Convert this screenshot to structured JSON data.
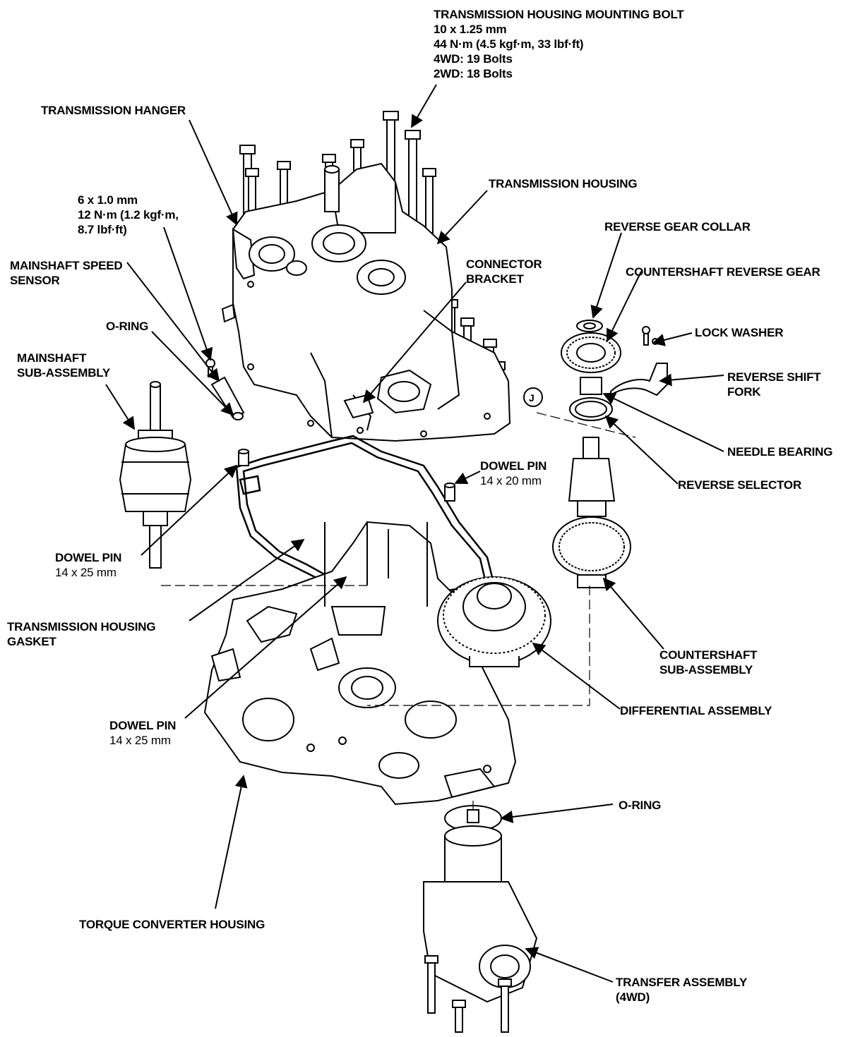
{
  "labels": {
    "mounting_bolt": {
      "title": "TRANSMISSION HOUSING MOUNTING BOLT",
      "size": "10 x 1.25 mm",
      "torque": "44 N·m (4.5 kgf·m, 33 lbf·ft)",
      "count_4wd": "4WD: 19 Bolts",
      "count_2wd": "2WD: 18 Bolts"
    },
    "transmission_hanger": "TRANSMISSION HANGER",
    "small_bolt": {
      "size": "6 x 1.0 mm",
      "torque_line1": "12 N·m (1.2 kgf·m,",
      "torque_line2": "8.7 lbf·ft)"
    },
    "transmission_housing": "TRANSMISSION HOUSING",
    "reverse_gear_collar": "REVERSE GEAR COLLAR",
    "mainshaft_speed_sensor": {
      "line1": "MAINSHAFT SPEED",
      "line2": "SENSOR"
    },
    "connector_bracket": {
      "line1": "CONNECTOR",
      "line2": "BRACKET"
    },
    "countershaft_reverse_gear": "COUNTERSHAFT REVERSE GEAR",
    "o_ring_upper": "O-RING",
    "lock_washer": "LOCK WASHER",
    "mainshaft_sub_assembly": {
      "line1": "MAINSHAFT",
      "line2": "SUB-ASSEMBLY"
    },
    "reverse_shift_fork": {
      "line1": "REVERSE SHIFT",
      "line2": "FORK"
    },
    "needle_bearing": "NEEDLE BEARING",
    "dowel_pin_upper": {
      "name": "DOWEL PIN",
      "size": "14 x 20 mm"
    },
    "reverse_selector": "REVERSE SELECTOR",
    "dowel_pin_left": {
      "name": "DOWEL PIN",
      "size": "14 x 25 mm"
    },
    "transmission_housing_gasket": {
      "line1": "TRANSMISSION HOUSING",
      "line2": "GASKET"
    },
    "countershaft_sub_assembly": {
      "line1": "COUNTERSHAFT",
      "line2": "SUB-ASSEMBLY"
    },
    "differential_assembly": "DIFFERENTIAL ASSEMBLY",
    "dowel_pin_center": {
      "name": "DOWEL PIN",
      "size": "14 x 25 mm"
    },
    "o_ring_lower": "O-RING",
    "torque_converter_housing": "TORQUE CONVERTER HOUSING",
    "transfer_assembly": {
      "line1": "TRANSFER ASSEMBLY",
      "line2": "(4WD)"
    }
  },
  "icons": {
    "tool_callout": "J"
  }
}
